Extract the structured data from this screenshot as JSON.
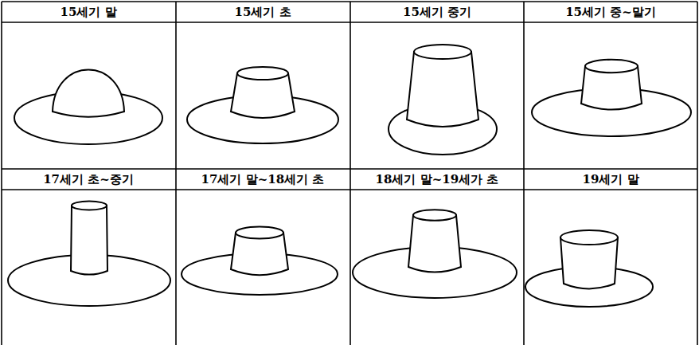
{
  "diagram": {
    "labels": [
      "15세기 말",
      "15세기 초",
      "15세기 중기",
      "15세기 중~말기",
      "17세기 초~중기",
      "17세기 말~18세기 초",
      "18세기 말~19세가 초",
      "19세기 말"
    ]
  }
}
